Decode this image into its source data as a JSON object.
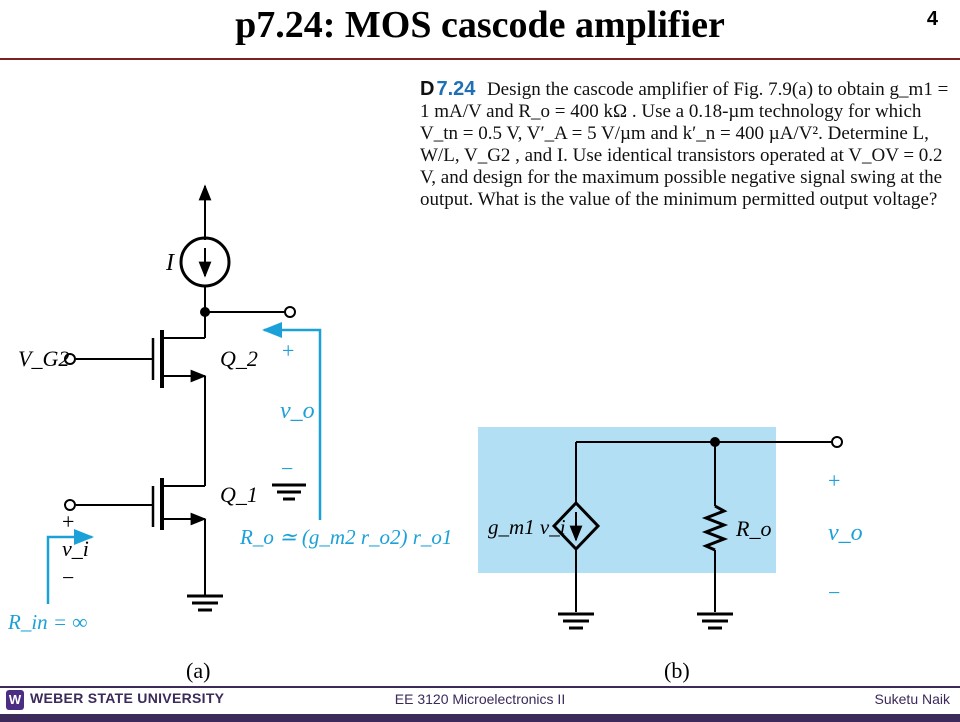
{
  "header": {
    "title": "p7.24: MOS cascode amplifier",
    "page_number": "4"
  },
  "problem": {
    "badge_d": "D",
    "badge_number": "7.24",
    "text": "Design the cascode amplifier of Fig. 7.9(a) to obtain g_m1 = 1 mA/V and R_o = 400 kΩ . Use a 0.18-µm technology for which V_tn = 0.5 V, V′_A = 5 V/µm and k′_n = 400 µA/V². Determine L, W/L, V_G2 , and I. Use identical transistors operated at V_OV = 0.2 V, and design for the maximum possible negative signal swing at the output. What is the value of the minimum permitted output voltage?"
  },
  "circuit_a": {
    "label": "(a)",
    "current_source": "I",
    "gate_bias": "V_G2",
    "q2": "Q_2",
    "q1": "Q_1",
    "output_plus": "+",
    "output_minus": "−",
    "output_voltage": "v_o",
    "input_plus": "+",
    "input_minus": "−",
    "input_voltage": "v_i",
    "ro_expression": "R_o ≃ (g_m2 r_o2) r_o1",
    "rin_expression": "R_in = ∞"
  },
  "circuit_b": {
    "label": "(b)",
    "source_label": "g_m1 v_i",
    "resistor_label": "R_o",
    "output_plus": "+",
    "output_voltage": "v_o",
    "output_minus": "−"
  },
  "colors": {
    "annotation_blue": "#1ba1d8",
    "panel_fill": "#b3dff5",
    "footer_purple": "#3b2a5a"
  },
  "footer": {
    "logo_letter": "W",
    "university": "WEBER STATE UNIVERSITY",
    "course": "EE 3120 Microelectronics II",
    "author": "Suketu Naik"
  }
}
